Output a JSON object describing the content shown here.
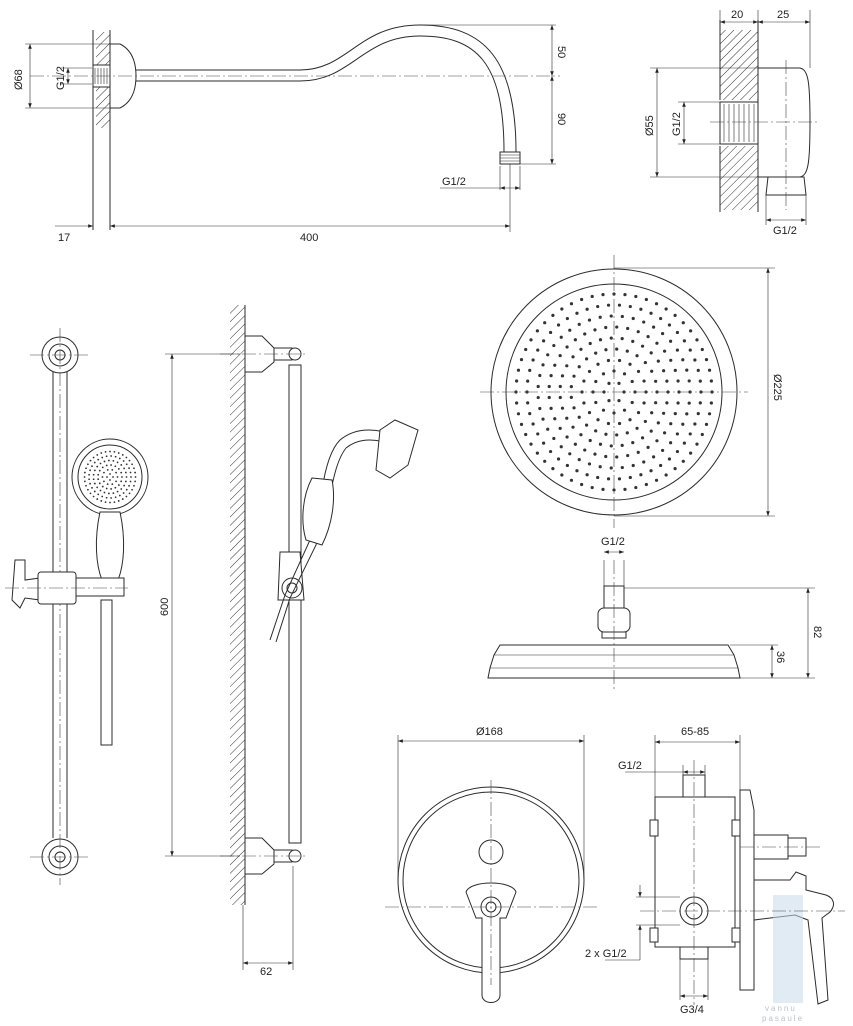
{
  "title": "Shower set technical drawing",
  "shower_arm": {
    "flange_diameter": "Ø68",
    "inlet_thread": "G1/2",
    "rise": "50",
    "drop": "90",
    "outlet_thread": "G1/2",
    "wall_offset": "17",
    "length": "400"
  },
  "wall_connector": {
    "wall_depth": "20",
    "projection": "25",
    "diameter": "Ø55",
    "inlet_thread": "G1/2",
    "outlet_thread": "G1/2"
  },
  "slide_rail": {
    "length": "600",
    "projection": "62"
  },
  "head_shower": {
    "diameter": "Ø225",
    "thread": "G1/2",
    "height": "82",
    "plate_height": "36"
  },
  "mixer": {
    "plate_diameter": "Ø168",
    "install_depth": "65-85",
    "top_thread": "G1/2",
    "side_threads": "2 x G1/2",
    "bottom_thread": "G3/4"
  },
  "watermark": {
    "line1": "vannu",
    "line2": "pasaule"
  }
}
